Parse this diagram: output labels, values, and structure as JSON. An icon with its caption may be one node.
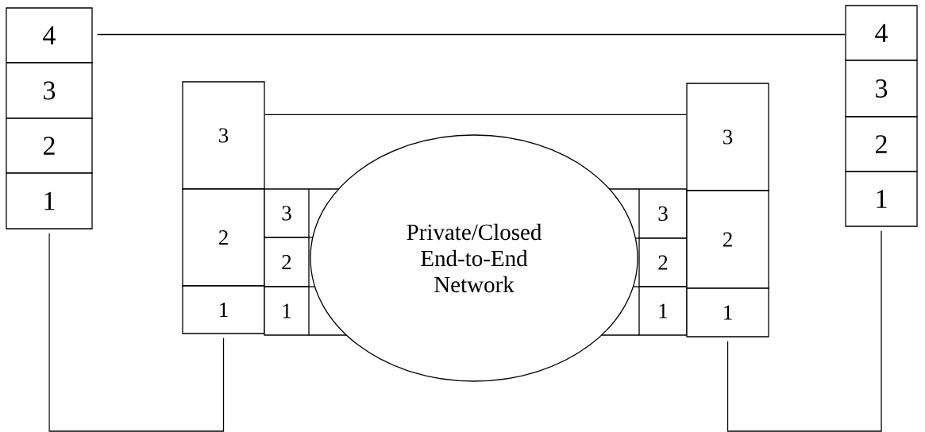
{
  "diagram": {
    "nodes": [
      {
        "text": [
          "4"
        ]
      },
      {
        "text": [
          "3"
        ]
      },
      {
        "text": [
          "2"
        ]
      },
      {
        "text": [
          "1"
        ]
      },
      {
        "text": [
          "3"
        ]
      },
      {
        "text": [
          "2"
        ]
      },
      {
        "text": [
          "1"
        ]
      },
      {
        "text": [
          "3"
        ]
      },
      {
        "text": [
          "2"
        ]
      },
      {
        "text": [
          "1"
        ]
      },
      {
        "text": [
          "Private/Closed End-to-End Network"
        ]
      },
      {
        "text": [
          "3"
        ]
      },
      {
        "text": [
          "2"
        ]
      },
      {
        "text": [
          "1"
        ]
      },
      {
        "text": [
          "3"
        ]
      },
      {
        "text": [
          "2"
        ]
      },
      {
        "text": [
          "1"
        ]
      },
      {
        "text": [
          "4"
        ]
      },
      {
        "text": [
          "3"
        ]
      },
      {
        "text": [
          "2"
        ]
      },
      {
        "text": [
          "1"
        ]
      }
    ],
    "edges": [
      {
        "from": 0,
        "to": 17,
        "arrow": "none"
      },
      {
        "from": 4,
        "to": 14,
        "arrow": "none"
      },
      {
        "from": 3,
        "to": 6,
        "arrow": "none"
      },
      {
        "from": 16,
        "to": 20,
        "arrow": "none"
      }
    ]
  }
}
